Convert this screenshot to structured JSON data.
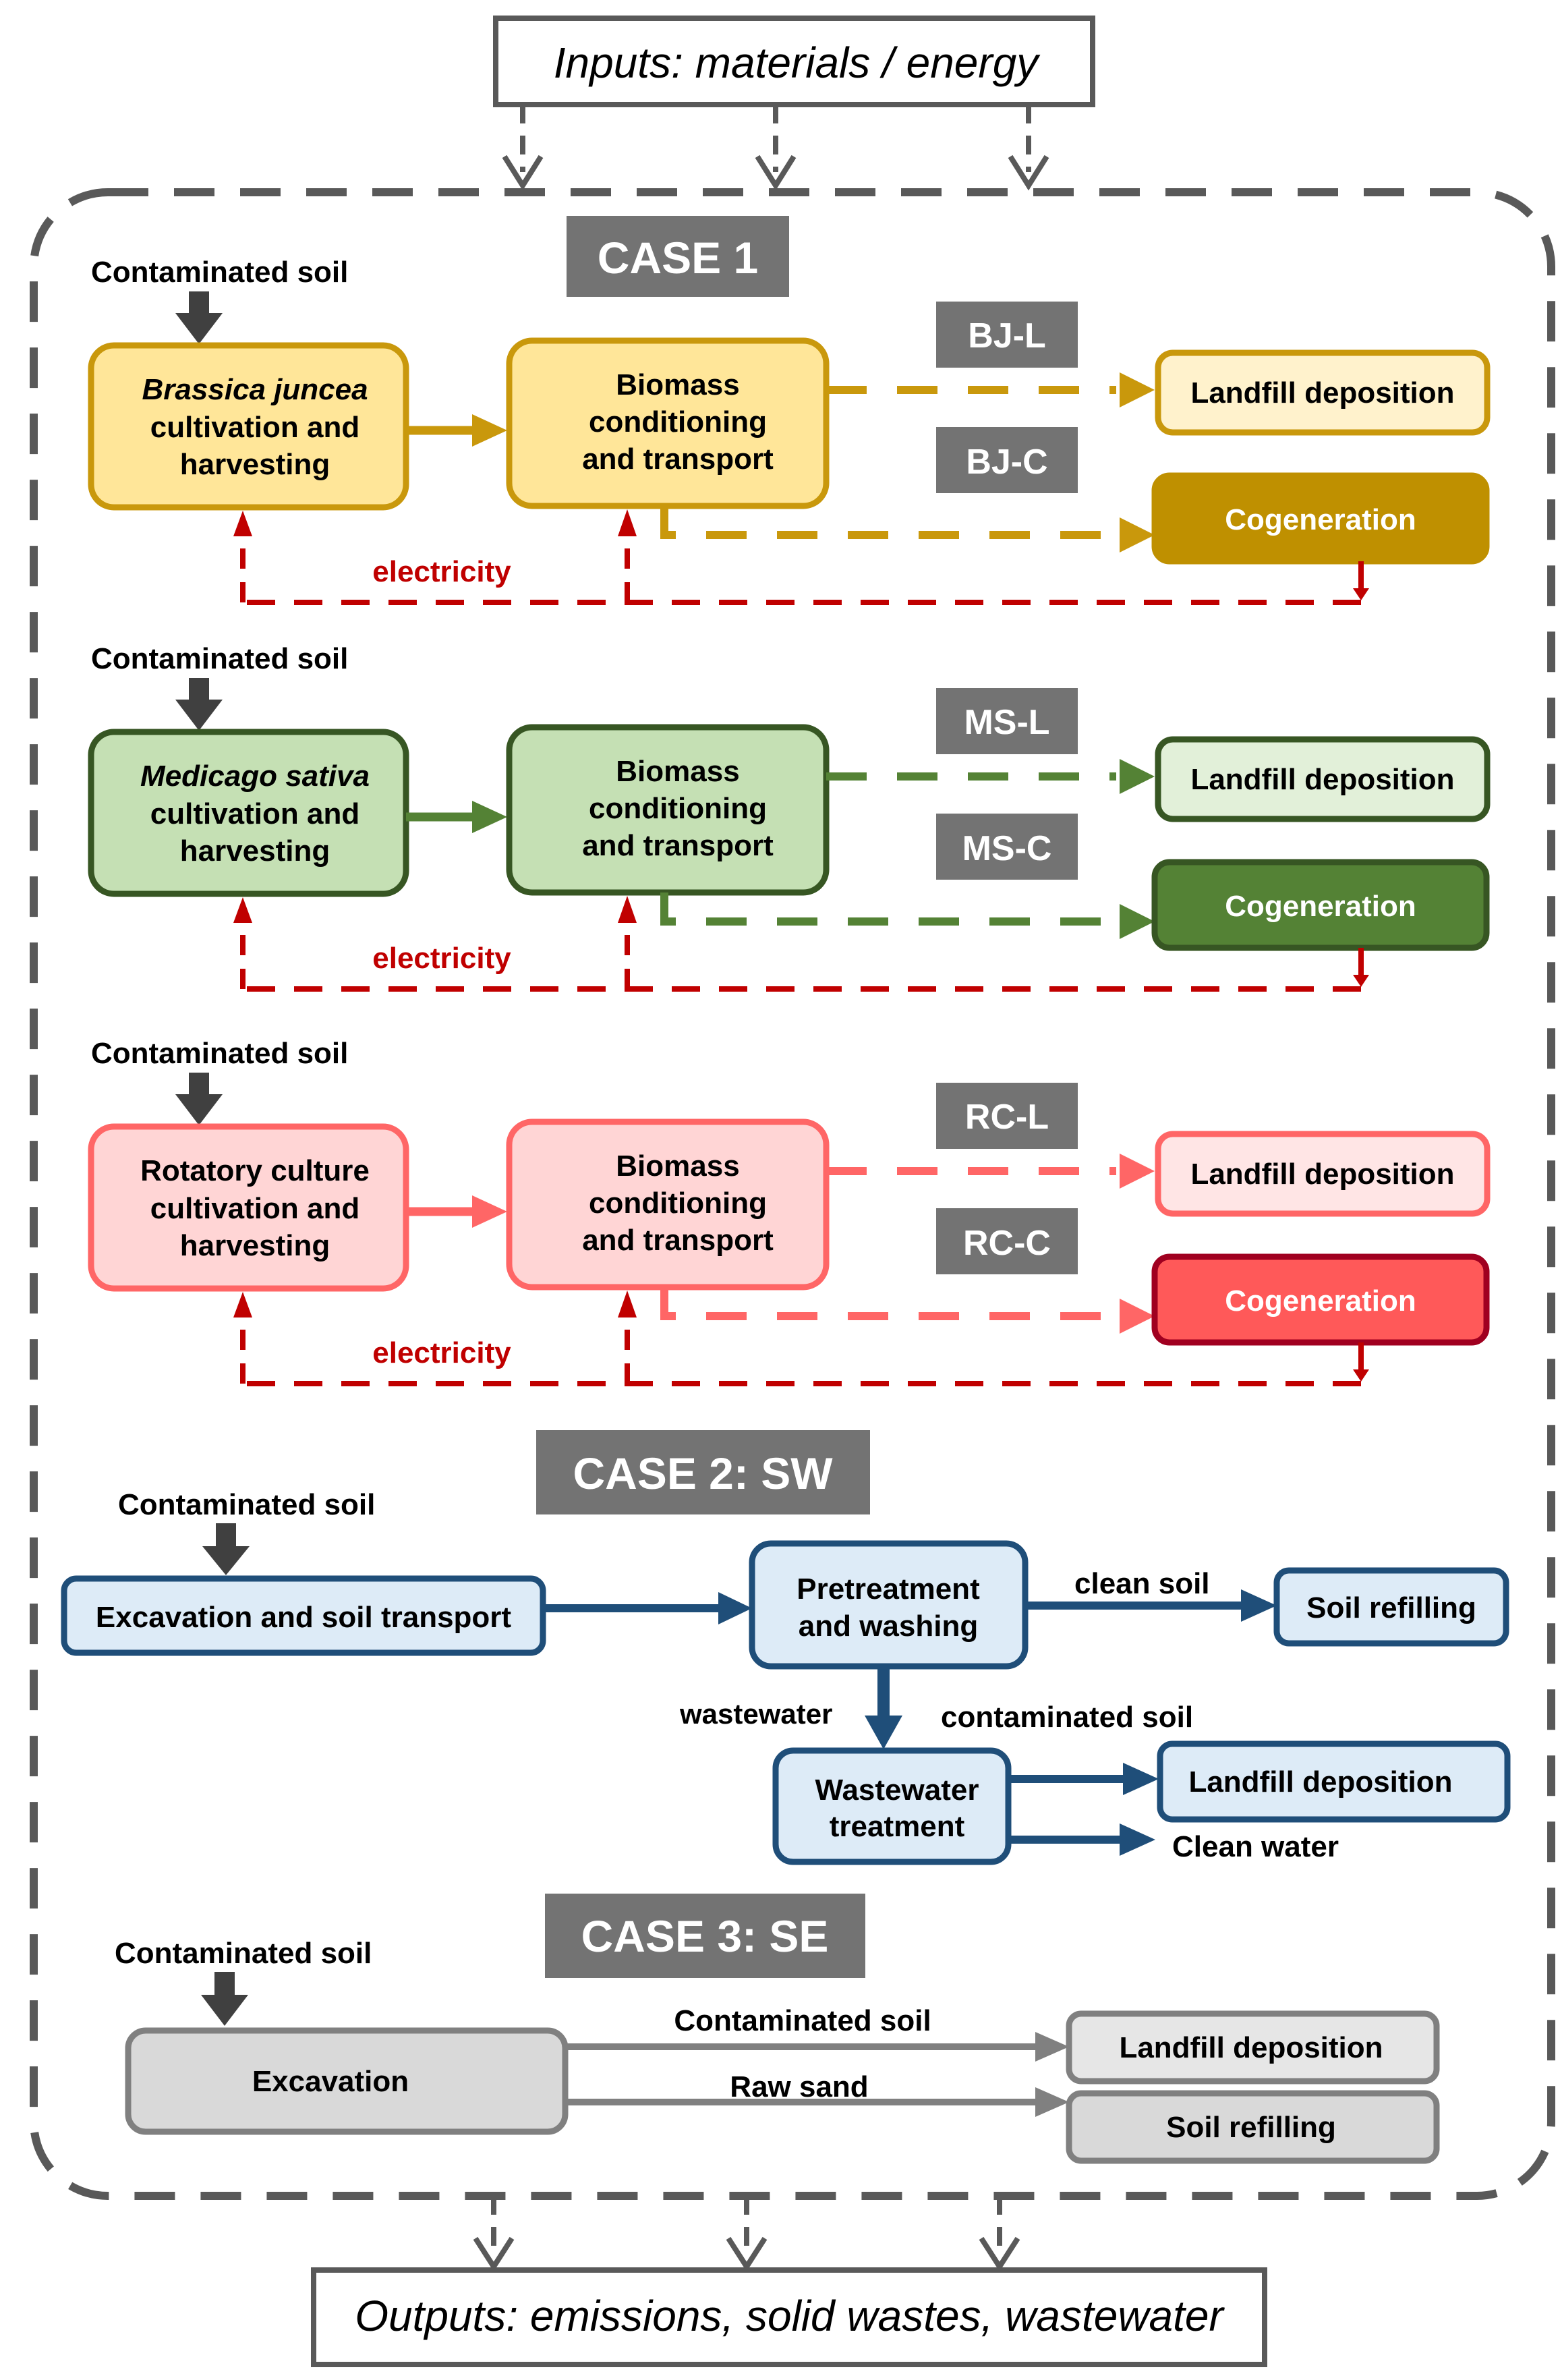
{
  "inputs_label": "Inputs: materials / energy",
  "outputs_label": "Outputs: emissions, solid wastes, wastewater",
  "case1": {
    "title": "CASE 1",
    "electricity_label": "electricity",
    "contaminated_soil_label": "Contaminated soil",
    "rows": [
      {
        "crop_line1": "Brassica  juncea",
        "crop_line2": "cultivation and",
        "crop_line3": "harvesting",
        "crop_italic": true,
        "biomass_line1": "Biomass",
        "biomass_line2": "conditioning",
        "biomass_line3": "and transport",
        "tag_landfill": "BJ-L",
        "tag_cogen": "BJ-C",
        "landfill": "Landfill deposition",
        "cogeneration": "Cogeneration",
        "colors": {
          "stroke": "#C9980C",
          "fill": "#FFE699",
          "light": "#FFF2CC",
          "cogen_fill": "#BF9000",
          "cogen_stroke": "#BF9000"
        }
      },
      {
        "crop_line1": "Medicago sativa",
        "crop_line2": "cultivation and",
        "crop_line3": "harvesting",
        "crop_italic": true,
        "biomass_line1": "Biomass",
        "biomass_line2": "conditioning",
        "biomass_line3": "and transport",
        "tag_landfill": "MS-L",
        "tag_cogen": "MS-C",
        "landfill": "Landfill deposition",
        "cogeneration": "Cogeneration",
        "colors": {
          "stroke": "#375623",
          "fill": "#C5E0B4",
          "light": "#E2F0D9",
          "cogen_fill": "#548235",
          "cogen_stroke": "#375623",
          "line": "#548235"
        }
      },
      {
        "crop_line1": "Rotatory culture",
        "crop_line2": "cultivation and",
        "crop_line3": "harvesting",
        "crop_italic": false,
        "biomass_line1": "Biomass",
        "biomass_line2": "conditioning",
        "biomass_line3": "and transport",
        "tag_landfill": "RC-L",
        "tag_cogen": "RC-C",
        "landfill": "Landfill deposition",
        "cogeneration": "Cogeneration",
        "colors": {
          "stroke": "#FF6666",
          "fill": "#FFD5D5",
          "light": "#FFE5E5",
          "cogen_fill": "#FF5959",
          "cogen_stroke": "#A00020"
        }
      }
    ]
  },
  "case2": {
    "title": "CASE 2: SW",
    "contaminated_soil_label": "Contaminated soil",
    "excavation": "Excavation and soil transport",
    "pretreatment_line1": "Pretreatment",
    "pretreatment_line2": "and washing",
    "clean_soil": "clean soil",
    "soil_refilling": "Soil refilling",
    "wastewater": "wastewater",
    "contaminated_soil_flow": "contaminated soil",
    "wwt_line1": "Wastewater",
    "wwt_line2": "treatment",
    "landfill": "Landfill deposition",
    "clean_water": "Clean water",
    "colors": {
      "stroke": "#1F4E79",
      "fill": "#DDEBF7"
    }
  },
  "case3": {
    "title": "CASE 3: SE",
    "contaminated_soil_label": "Contaminated soil",
    "excavation": "Excavation",
    "contaminated_soil_flow": "Contaminated soil",
    "raw_sand": "Raw sand",
    "landfill": "Landfill deposition",
    "soil_refilling": "Soil refilling",
    "colors": {
      "stroke": "#808080",
      "fill": "#D9D9D9",
      "light": "#E6E6E6"
    }
  },
  "palette": {
    "electricity": "#C00000",
    "title_bg": "#737373",
    "frame": "#595959",
    "dark_arrow": "#404040"
  }
}
